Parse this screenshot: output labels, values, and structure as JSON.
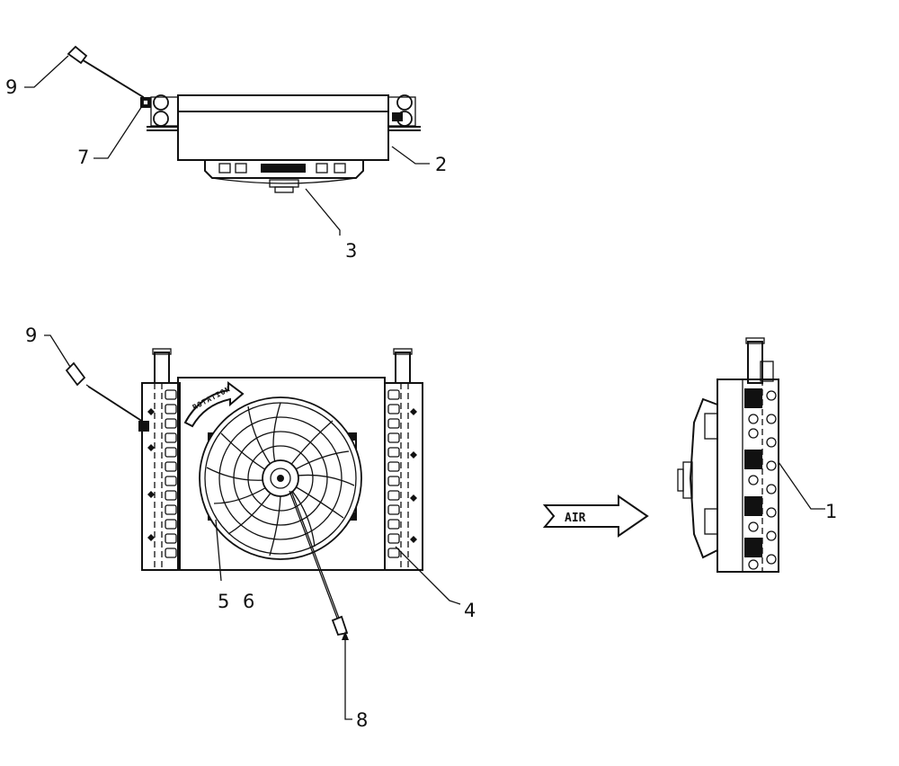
{
  "diagram": {
    "callouts": {
      "c1": "1",
      "c2": "2",
      "c3": "3",
      "c4": "4",
      "c5": "5",
      "c6": "6",
      "c7": "7",
      "c8": "8",
      "c9_top": "9",
      "c9_front": "9"
    },
    "air_label": "AIR",
    "rotation_label": "ROTATION"
  }
}
